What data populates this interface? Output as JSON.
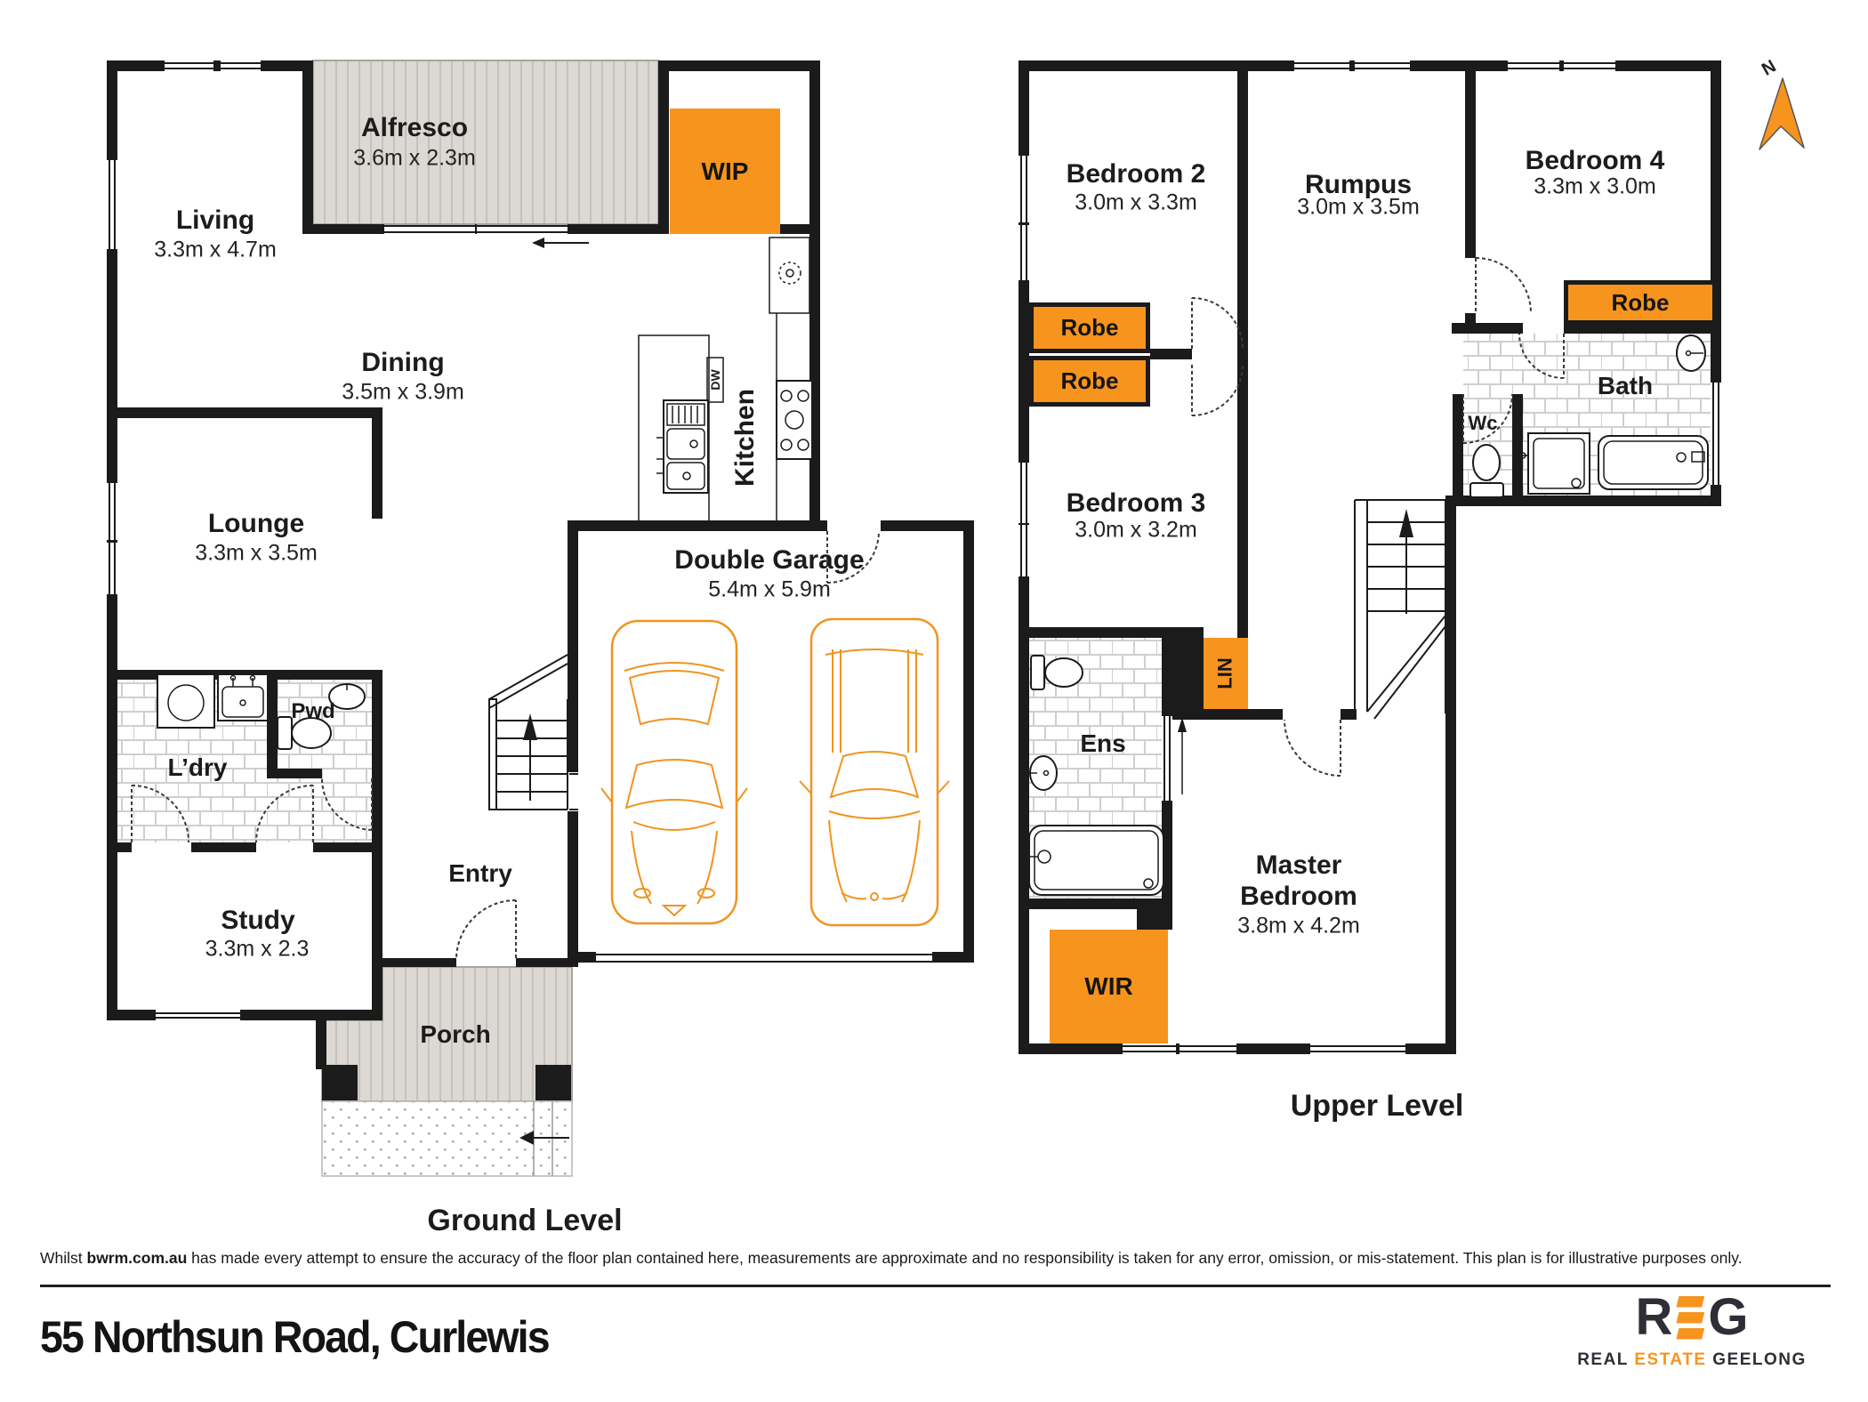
{
  "colors": {
    "accent_orange": "#F7941E",
    "wall": "#1B1B1B",
    "deck_fill": "#DCD8D3",
    "deck_stripe": "#C5C1BC",
    "tile_line": "#CFCFCF",
    "logo_dark": "#2E2E36"
  },
  "ground": {
    "level_label": "Ground Level",
    "rooms": {
      "living": {
        "name": "Living",
        "dims": "3.3m x 4.7m"
      },
      "alfresco": {
        "name": "Alfresco",
        "dims": "3.6m x 2.3m"
      },
      "dining": {
        "name": "Dining",
        "dims": "3.5m x 3.9m"
      },
      "lounge": {
        "name": "Lounge",
        "dims": "3.3m x 3.5m"
      },
      "study": {
        "name": "Study",
        "dims": "3.3m x 2.3"
      },
      "garage": {
        "name": "Double Garage",
        "dims": "5.4m x 5.9m"
      },
      "kitchen": {
        "name": "Kitchen"
      },
      "wip": {
        "name": "WIP"
      },
      "ldry": {
        "name": "L’dry"
      },
      "pwd": {
        "name": "Pwd"
      },
      "entry": {
        "name": "Entry"
      },
      "porch": {
        "name": "Porch"
      },
      "dw": {
        "name": "DW"
      }
    }
  },
  "upper": {
    "level_label": "Upper Level",
    "rooms": {
      "bedroom2": {
        "name": "Bedroom 2",
        "dims": "3.0m x 3.3m"
      },
      "rumpus": {
        "name": "Rumpus",
        "dims": "3.0m x 3.5m"
      },
      "bedroom4": {
        "name": "Bedroom 4",
        "dims": "3.3m x 3.0m"
      },
      "bedroom3": {
        "name": "Bedroom 3",
        "dims": "3.0m x 3.2m"
      },
      "master": {
        "name_line1": "Master",
        "name_line2": "Bedroom",
        "dims": "3.8m x 4.2m"
      },
      "robe_bed2": {
        "name": "Robe"
      },
      "robe_bed3": {
        "name": "Robe"
      },
      "robe_bed4": {
        "name": "Robe"
      },
      "bath": {
        "name": "Bath"
      },
      "wc": {
        "name": "Wc"
      },
      "ens": {
        "name": "Ens"
      },
      "lin": {
        "name": "LIN"
      },
      "wir": {
        "name": "WIR"
      }
    }
  },
  "compass": {
    "north_label": "N"
  },
  "footer": {
    "disclaimer_prefix": "Whilst ",
    "disclaimer_brand": "bwrm.com.au",
    "disclaimer_suffix": " has made every attempt to ensure the accuracy of the floor plan contained here, measurements are approximate and no responsibility is taken for any error, omission, or mis-statement. This plan is for illustrative purposes only.",
    "address": "55 Northsun Road, Curlewis",
    "logo": {
      "letter_r": "R",
      "letter_g": "G",
      "tagline_real": "REAL",
      "tagline_estate": "ESTATE",
      "tagline_geelong": "GEELONG"
    }
  }
}
